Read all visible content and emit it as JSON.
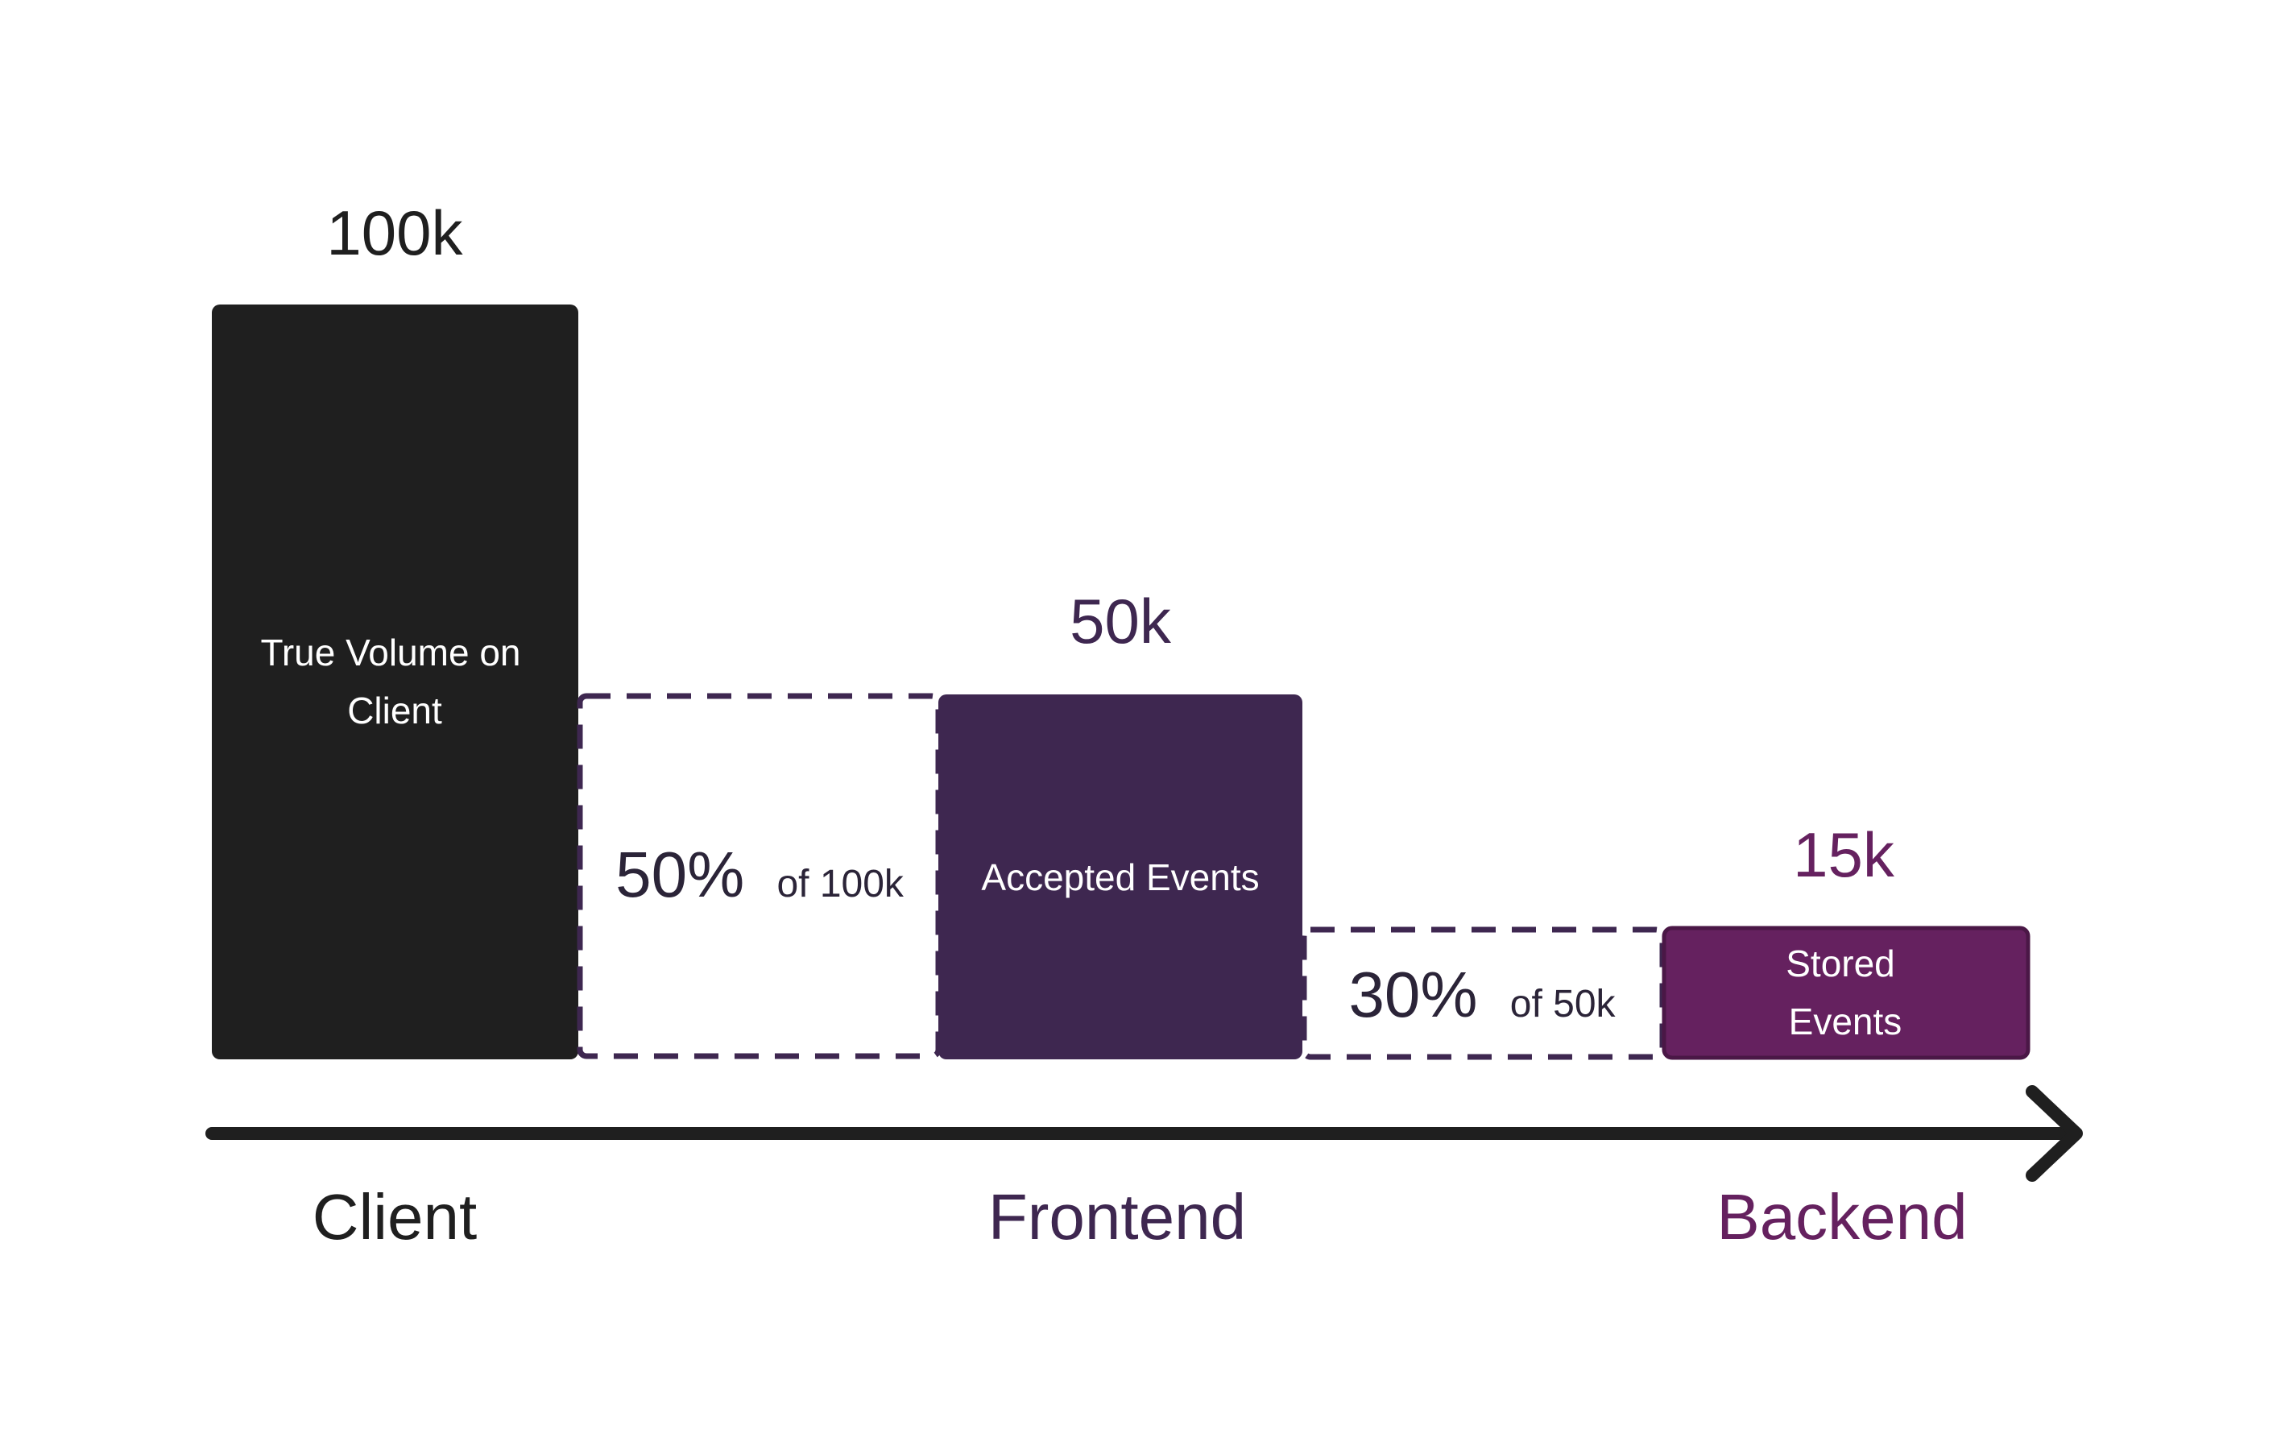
{
  "colors": {
    "client": "#1f1f1f",
    "frontend": "#3e2750",
    "backend": "#65215f",
    "dashed_border": "#3e2750",
    "bar_text": "#ffffff",
    "arrow": "#1f1f1f",
    "background": "#ffffff"
  },
  "stages": [
    {
      "value_label": "100k",
      "bar_label_lines": [
        "True Volume on",
        "Client"
      ],
      "axis_label": "Client"
    },
    {
      "value_label": "50k",
      "bar_label_lines": [
        "Accepted Events"
      ],
      "axis_label": "Frontend"
    },
    {
      "value_label": "15k",
      "bar_label_lines": [
        "Stored",
        "Events"
      ],
      "axis_label": "Backend"
    }
  ],
  "drops": [
    {
      "percent": "50%",
      "of_text": "of 100k"
    },
    {
      "percent": "30%",
      "of_text": "of 50k"
    }
  ],
  "axis": {
    "arrow_icon": "right-arrow"
  }
}
